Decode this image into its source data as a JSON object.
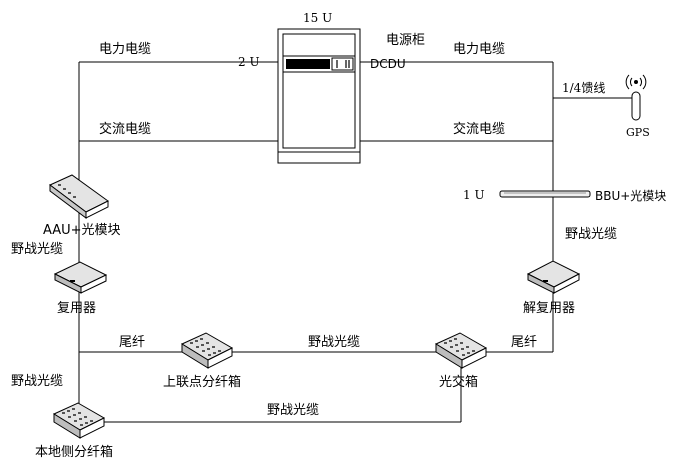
{
  "cabinet": {
    "height_label": "15 U",
    "name": "电源柜",
    "slot_label": "2 U",
    "module_label": "DCDU"
  },
  "cables": {
    "power_left": "电力电缆",
    "power_right": "电力电缆",
    "ac_left": "交流电缆",
    "ac_right": "交流电缆",
    "feeder": "1/4馈线",
    "field_fiber_left_top": "野战光缆",
    "field_fiber_right": "野战光缆",
    "field_fiber_middle": "野战光缆",
    "field_fiber_left_bottom": "野战光缆",
    "field_fiber_bottom": "野战光缆",
    "pigtail_left": "尾纤",
    "pigtail_right": "尾纤"
  },
  "devices": {
    "gps": "GPS",
    "bbu_height": "1 U",
    "bbu": "BBU+光模块",
    "aau": "AAU+光模块",
    "mux": "复用器",
    "demux": "解复用器",
    "upper_splitter": "上联点分纤箱",
    "optical_box": "光交箱",
    "local_splitter": "本地侧分纤箱"
  }
}
